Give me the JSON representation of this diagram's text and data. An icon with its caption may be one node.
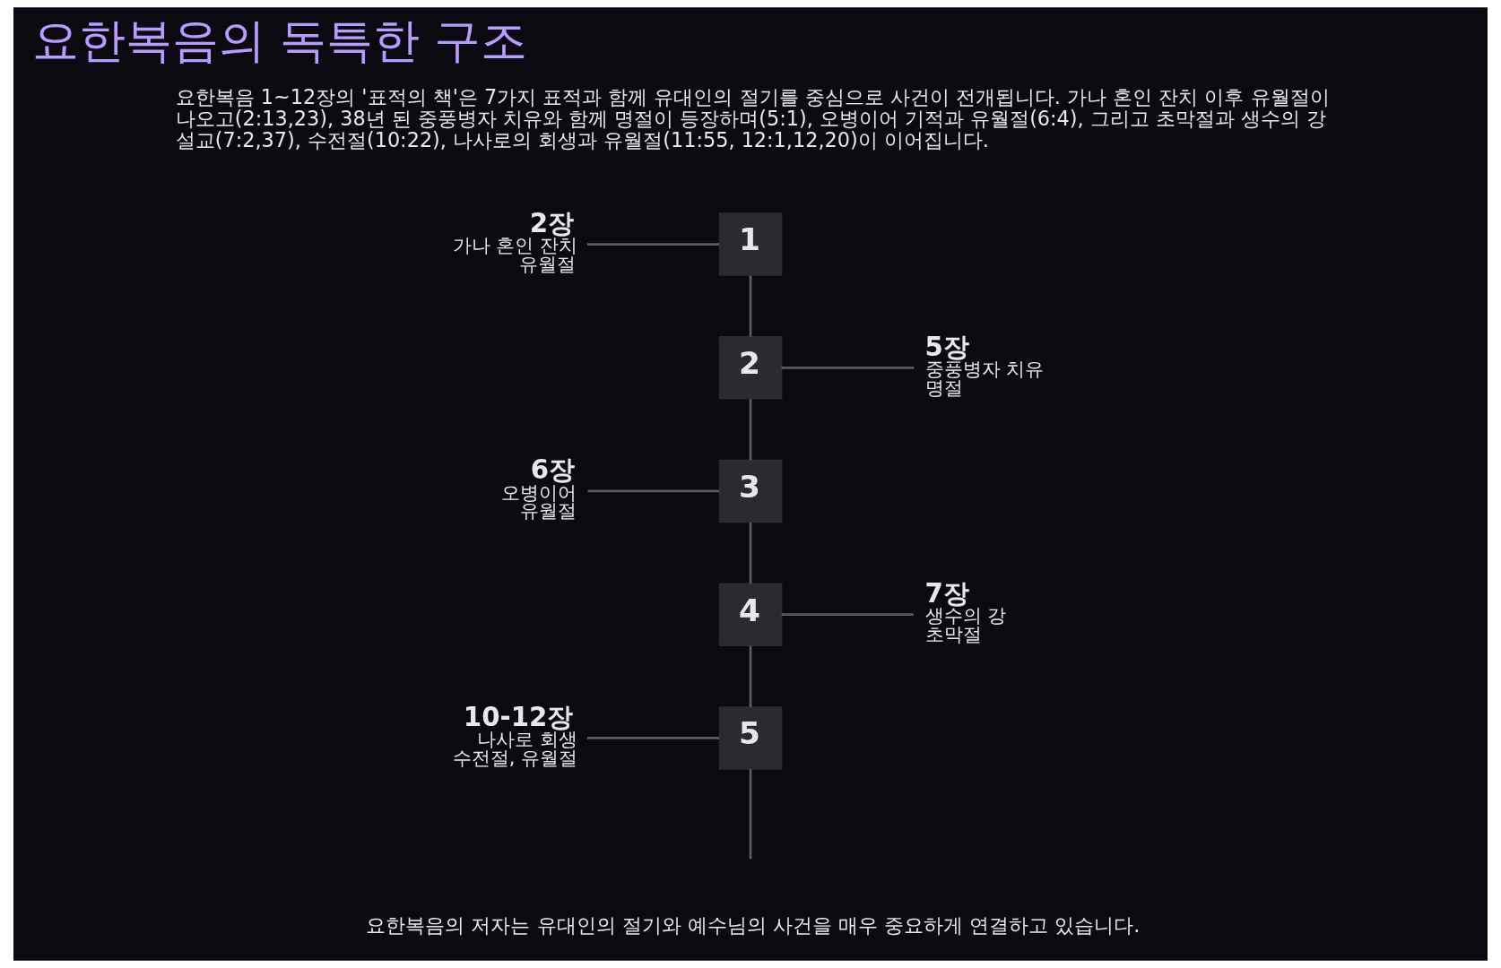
{
  "diagram": {
    "title": "요한복음의 독특한 구조",
    "caption": "요한복음의 저자는 유대인의 절기와 예수님의 사건을 매우 중요하게 연결하고 있습니다.",
    "nodes": [
      {
        "text": [
          "2장"
        ],
        "beside": [
          "가나 혼인 잔치",
          "유월절"
        ]
      },
      {
        "text": [
          "1"
        ]
      },
      {
        "text": [
          "2"
        ]
      },
      {
        "text": [
          "5장"
        ],
        "beside": [
          "중풍병자 치유",
          "명절"
        ]
      },
      {
        "text": [
          "6장"
        ],
        "beside": [
          "오병이어",
          "유월절"
        ]
      },
      {
        "text": [
          "3"
        ]
      },
      {
        "text": [
          "4"
        ]
      },
      {
        "text": [
          "7장"
        ],
        "beside": [
          "생수의 강",
          "초막절"
        ]
      },
      {
        "text": [
          "10-12장"
        ],
        "beside": [
          "나사로 회생",
          "수전절, 유월절"
        ]
      },
      {
        "text": [
          "5"
        ]
      }
    ],
    "edges": [
      {
        "from": 0,
        "to": 1,
        "arrow": "none"
      },
      {
        "from": 1,
        "to": 2,
        "arrow": "none"
      },
      {
        "from": 2,
        "to": 3,
        "arrow": "none"
      },
      {
        "from": 2,
        "to": 5,
        "arrow": "none"
      },
      {
        "from": 4,
        "to": 5,
        "arrow": "none"
      },
      {
        "from": 5,
        "to": 6,
        "arrow": "none"
      },
      {
        "from": 6,
        "to": 7,
        "arrow": "none"
      },
      {
        "from": 6,
        "to": 9,
        "arrow": "none"
      },
      {
        "from": 8,
        "to": 9,
        "arrow": "none"
      },
      {
        "from": 9,
        "to": null,
        "arrow": "none"
      }
    ],
    "labels": [
      "요한복음 1~12장의 '표적의 책'은 7가지 표적과 함께 유대인의 절기를 중심으로 사건이 전개됩니다. 가나 혼인 잔치 이후 유월절이 나오고(2:13,23), 38년 된 중풍병자 치유와 함께 명절이 등장하며(5:1), 오병이어 기적과 유월절(6:4), 그리고 초막절과 생수의 강 설교(7:2,37), 수전절(10:22), 나사로의 회생과 유월절(11:55, 12:1,12,20)이 이어집니다."
    ]
  }
}
